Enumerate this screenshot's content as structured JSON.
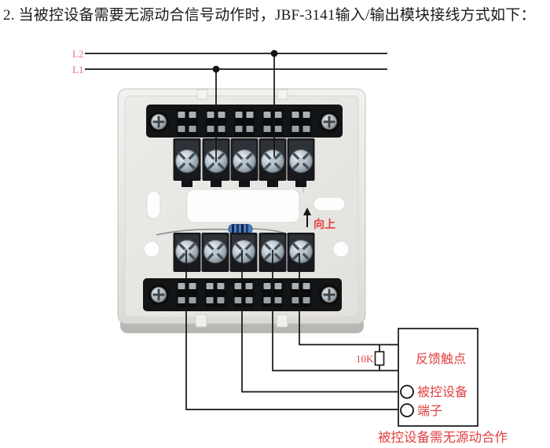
{
  "title": "2. 当被控设备需要无源动合信号动作时，JBF-3141输入/输出模块接线方式如下：",
  "power_lines": {
    "l2_label": "L2",
    "l1_label": "L1"
  },
  "module": {
    "orientation_label": "向上"
  },
  "circuit_box": {
    "resistor_label": "10K",
    "feedback_contact_label": "反馈触点",
    "controlled_device_label": "被控设备",
    "terminal_label": "端子"
  },
  "caption": "被控设备需无源动合作",
  "colors": {
    "annotation_red": "#e04040",
    "power_label_red": "#e87474",
    "wire_black": "#141414"
  }
}
